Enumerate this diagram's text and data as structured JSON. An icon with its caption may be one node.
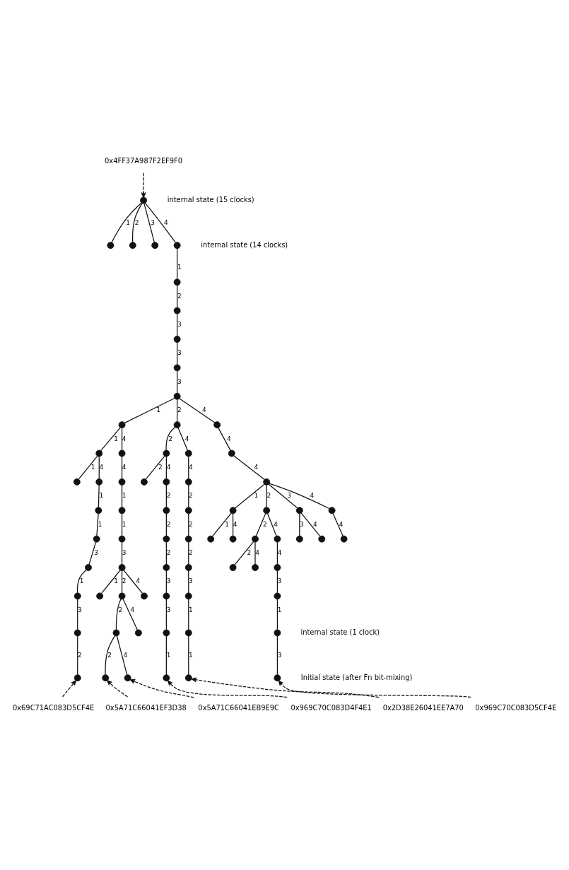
{
  "diagram": {
    "nodes": [
      {
        "text": [
          "0x4FF37A987F2EF9F0"
        ]
      },
      {
        "text": [],
        "shape": "circle"
      },
      {
        "text": [],
        "shape": "circle"
      },
      {
        "text": [],
        "shape": "circle"
      },
      {
        "text": [],
        "shape": "circle"
      },
      {
        "text": [],
        "shape": "circle"
      },
      {
        "text": [],
        "shape": "circle"
      },
      {
        "text": [],
        "shape": "circle"
      },
      {
        "text": [],
        "shape": "circle"
      },
      {
        "text": [],
        "shape": "circle"
      },
      {
        "text": [],
        "shape": "circle"
      },
      {
        "text": [],
        "shape": "circle"
      },
      {
        "text": [],
        "shape": "circle"
      },
      {
        "text": [],
        "shape": "circle"
      },
      {
        "text": [],
        "shape": "circle"
      },
      {
        "text": [],
        "shape": "circle"
      },
      {
        "text": [],
        "shape": "circle"
      },
      {
        "text": [],
        "shape": "circle"
      },
      {
        "text": [],
        "shape": "circle"
      },
      {
        "text": [],
        "shape": "circle"
      },
      {
        "text": [],
        "shape": "circle"
      },
      {
        "text": [],
        "shape": "circle"
      },
      {
        "text": [],
        "shape": "circle"
      },
      {
        "text": [],
        "shape": "circle"
      },
      {
        "text": [],
        "shape": "circle"
      },
      {
        "text": [],
        "shape": "circle"
      },
      {
        "text": [],
        "shape": "circle"
      },
      {
        "text": [],
        "shape": "circle"
      },
      {
        "text": [],
        "shape": "circle"
      },
      {
        "text": [],
        "shape": "circle"
      },
      {
        "text": [],
        "shape": "circle"
      },
      {
        "text": [],
        "shape": "circle"
      },
      {
        "text": [],
        "shape": "circle"
      },
      {
        "text": [],
        "shape": "circle"
      },
      {
        "text": [],
        "shape": "circle"
      },
      {
        "text": [],
        "shape": "circle"
      },
      {
        "text": [],
        "shape": "circle"
      },
      {
        "text": [],
        "shape": "circle"
      },
      {
        "text": [],
        "shape": "circle"
      },
      {
        "text": [],
        "shape": "circle"
      },
      {
        "text": [],
        "shape": "circle"
      },
      {
        "text": [],
        "shape": "circle"
      },
      {
        "text": [],
        "shape": "circle"
      },
      {
        "text": [],
        "shape": "circle"
      },
      {
        "text": [],
        "shape": "circle"
      },
      {
        "text": [],
        "shape": "circle"
      },
      {
        "text": [],
        "shape": "circle"
      },
      {
        "text": [],
        "shape": "circle"
      },
      {
        "text": [],
        "shape": "circle"
      },
      {
        "text": [],
        "shape": "circle"
      },
      {
        "text": [],
        "shape": "circle"
      },
      {
        "text": [],
        "shape": "circle"
      },
      {
        "text": [],
        "shape": "circle"
      },
      {
        "text": [],
        "shape": "circle"
      },
      {
        "text": [],
        "shape": "circle"
      },
      {
        "text": [],
        "shape": "circle"
      },
      {
        "text": [],
        "shape": "circle"
      },
      {
        "text": [],
        "shape": "circle"
      },
      {
        "text": [],
        "shape": "circle"
      },
      {
        "text": [],
        "shape": "circle"
      },
      {
        "text": [],
        "shape": "circle"
      },
      {
        "text": [],
        "shape": "circle"
      },
      {
        "text": [],
        "shape": "circle"
      },
      {
        "text": [],
        "shape": "circle"
      },
      {
        "text": [],
        "shape": "circle"
      },
      {
        "text": [],
        "shape": "circle"
      },
      {
        "text": [],
        "shape": "circle"
      },
      {
        "text": [],
        "shape": "circle"
      },
      {
        "text": [],
        "shape": "circle"
      },
      {
        "text": [],
        "shape": "circle"
      },
      {
        "text": [],
        "shape": "circle"
      },
      {
        "text": [
          "0x69C71AC083D5CF4E"
        ]
      },
      {
        "text": [
          "0x5A71C66041EF3D38"
        ]
      },
      {
        "text": [
          "0x5A71C66041EB9E9C"
        ]
      },
      {
        "text": [
          "0x969C70C083D4F4E1"
        ]
      },
      {
        "text": [
          "0x2D38E26041EE7A70"
        ]
      },
      {
        "text": [
          "0x969C70C083D5CF4E"
        ]
      }
    ],
    "edges": [
      {
        "from": 0,
        "to": 1,
        "arrow": "to",
        "style": "dashed"
      },
      {
        "from": 1,
        "to": 2,
        "arrow": "none",
        "label": "1"
      },
      {
        "from": 1,
        "to": 3,
        "arrow": "none",
        "label": "2"
      },
      {
        "from": 1,
        "to": 4,
        "arrow": "none",
        "label": "3"
      },
      {
        "from": 1,
        "to": 5,
        "arrow": "none",
        "label": "4"
      },
      {
        "from": 5,
        "to": 6,
        "arrow": "none",
        "label": "1"
      },
      {
        "from": 6,
        "to": 7,
        "arrow": "none",
        "label": "2"
      },
      {
        "from": 7,
        "to": 8,
        "arrow": "none",
        "label": "3"
      },
      {
        "from": 8,
        "to": 9,
        "arrow": "none",
        "label": "3"
      },
      {
        "from": 9,
        "to": 10,
        "arrow": "none",
        "label": "3"
      },
      {
        "from": 10,
        "to": 11,
        "arrow": "none",
        "label": "1"
      },
      {
        "from": 10,
        "to": 12,
        "arrow": "none",
        "label": "2"
      },
      {
        "from": 10,
        "to": 13,
        "arrow": "none",
        "label": "4"
      },
      {
        "from": 11,
        "to": 14,
        "arrow": "none",
        "label": "1"
      },
      {
        "from": 11,
        "to": 15,
        "arrow": "none",
        "label": "4"
      },
      {
        "from": 12,
        "to": 16,
        "arrow": "none",
        "label": "2"
      },
      {
        "from": 12,
        "to": 17,
        "arrow": "none",
        "label": "4"
      },
      {
        "from": 13,
        "to": 18,
        "arrow": "none",
        "label": "4"
      },
      {
        "from": 14,
        "to": 19,
        "arrow": "none",
        "label": "1"
      },
      {
        "from": 14,
        "to": 20,
        "arrow": "none",
        "label": "4"
      },
      {
        "from": 15,
        "to": 21,
        "arrow": "none",
        "label": "4"
      },
      {
        "from": 16,
        "to": 22,
        "arrow": "none",
        "label": "2"
      },
      {
        "from": 16,
        "to": 23,
        "arrow": "none",
        "label": "4"
      },
      {
        "from": 17,
        "to": 24,
        "arrow": "none",
        "label": "4"
      },
      {
        "from": 18,
        "to": 25,
        "arrow": "none",
        "label": "4"
      },
      {
        "from": 20,
        "to": 26,
        "arrow": "none",
        "label": "1"
      },
      {
        "from": 21,
        "to": 27,
        "arrow": "none",
        "label": "1"
      },
      {
        "from": 23,
        "to": 28,
        "arrow": "none",
        "label": "2"
      },
      {
        "from": 24,
        "to": 29,
        "arrow": "none",
        "label": "2"
      },
      {
        "from": 25,
        "to": 30,
        "arrow": "none",
        "label": "1"
      },
      {
        "from": 25,
        "to": 31,
        "arrow": "none",
        "label": "2"
      },
      {
        "from": 25,
        "to": 32,
        "arrow": "none",
        "label": "3"
      },
      {
        "from": 25,
        "to": 33,
        "arrow": "none",
        "label": "4"
      },
      {
        "from": 26,
        "to": 34,
        "arrow": "none",
        "label": "1"
      },
      {
        "from": 27,
        "to": 35,
        "arrow": "none",
        "label": "1"
      },
      {
        "from": 28,
        "to": 36,
        "arrow": "none",
        "label": "2"
      },
      {
        "from": 29,
        "to": 37,
        "arrow": "none",
        "label": "2"
      },
      {
        "from": 30,
        "to": 38,
        "arrow": "none",
        "label": "1"
      },
      {
        "from": 30,
        "to": 39,
        "arrow": "none",
        "label": "4"
      },
      {
        "from": 31,
        "to": 40,
        "arrow": "none",
        "label": "2"
      },
      {
        "from": 31,
        "to": 41,
        "arrow": "none",
        "label": "4"
      },
      {
        "from": 32,
        "to": 42,
        "arrow": "none",
        "label": "3"
      },
      {
        "from": 32,
        "to": 43,
        "arrow": "none",
        "label": "4"
      },
      {
        "from": 33,
        "to": 44,
        "arrow": "none",
        "label": "4"
      },
      {
        "from": 34,
        "to": 45,
        "arrow": "none",
        "label": "3"
      },
      {
        "from": 35,
        "to": 46,
        "arrow": "none",
        "label": "3"
      },
      {
        "from": 36,
        "to": 47,
        "arrow": "none",
        "label": "2"
      },
      {
        "from": 37,
        "to": 48,
        "arrow": "none",
        "label": "2"
      },
      {
        "from": 40,
        "to": 49,
        "arrow": "none",
        "label": "2"
      },
      {
        "from": 40,
        "to": 50,
        "arrow": "none",
        "label": "4"
      },
      {
        "from": 41,
        "to": 51,
        "arrow": "none",
        "label": "4"
      },
      {
        "from": 45,
        "to": 52,
        "arrow": "none",
        "label": "1"
      },
      {
        "from": 46,
        "to": 53,
        "arrow": "none",
        "label": "1"
      },
      {
        "from": 46,
        "to": 54,
        "arrow": "none",
        "label": "2"
      },
      {
        "from": 46,
        "to": 55,
        "arrow": "none",
        "label": "4"
      },
      {
        "from": 47,
        "to": 56,
        "arrow": "none",
        "label": "3"
      },
      {
        "from": 48,
        "to": 57,
        "arrow": "none",
        "label": "3"
      },
      {
        "from": 51,
        "to": 58,
        "arrow": "none",
        "label": "3"
      },
      {
        "from": 52,
        "to": 59,
        "arrow": "none",
        "label": "3"
      },
      {
        "from": 54,
        "to": 60,
        "arrow": "none",
        "label": "2"
      },
      {
        "from": 54,
        "to": 61,
        "arrow": "none",
        "label": "4"
      },
      {
        "from": 56,
        "to": 62,
        "arrow": "none",
        "label": "3"
      },
      {
        "from": 57,
        "to": 63,
        "arrow": "none",
        "label": "1"
      },
      {
        "from": 58,
        "to": 64,
        "arrow": "none",
        "label": "1"
      },
      {
        "from": 59,
        "to": 65,
        "arrow": "none",
        "label": "2"
      },
      {
        "from": 60,
        "to": 66,
        "arrow": "none",
        "label": "2"
      },
      {
        "from": 60,
        "to": 67,
        "arrow": "none",
        "label": "4"
      },
      {
        "from": 62,
        "to": 68,
        "arrow": "none",
        "label": "1"
      },
      {
        "from": 63,
        "to": 69,
        "arrow": "none",
        "label": "1"
      },
      {
        "from": 64,
        "to": 70,
        "arrow": "none",
        "label": "3"
      },
      {
        "from": 71,
        "to": 65,
        "arrow": "to",
        "style": "dashed"
      },
      {
        "from": 72,
        "to": 66,
        "arrow": "to",
        "style": "dashed"
      },
      {
        "from": 73,
        "to": 67,
        "arrow": "to",
        "style": "dashed"
      },
      {
        "from": 74,
        "to": 68,
        "arrow": "to",
        "style": "dashed"
      },
      {
        "from": 75,
        "to": 69,
        "arrow": "to",
        "style": "dashed"
      },
      {
        "from": 76,
        "to": 70,
        "arrow": "to",
        "style": "dashed"
      }
    ],
    "labels": [
      "internal state (15 clocks)",
      "internal state (14 clocks)",
      "internal state (1 clock)",
      "Initial state (after Fn bit-mixing)"
    ]
  }
}
